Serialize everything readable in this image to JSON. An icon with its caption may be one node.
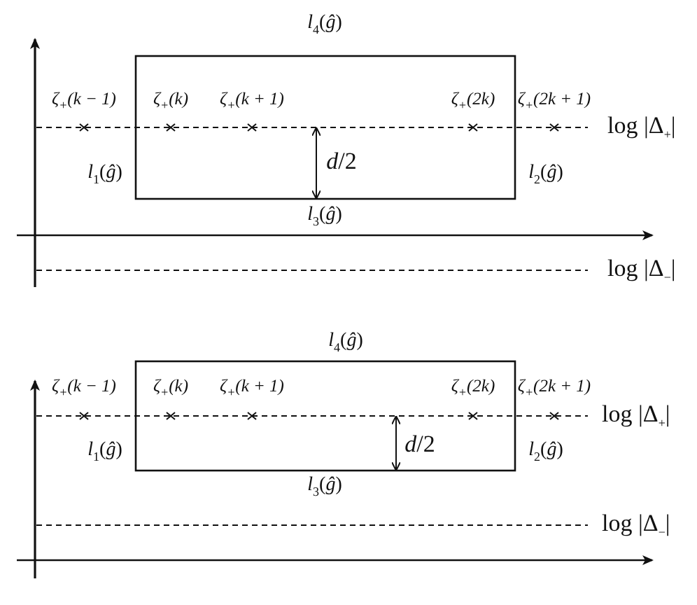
{
  "diagram": {
    "labels": [
      "*l*$_{4}$(*ĝ*)",
      "ζ$_{+}$(k − 1)",
      "ζ$_{+}$(k)",
      "ζ$_{+}$(k + 1)",
      "ζ$_{+}$(2k)",
      "ζ$_{+}$(2k + 1)",
      "log |Δ$_{+}$|",
      "*d*/2",
      "*l*$_{1}$(*ĝ*)",
      "*l*$_{2}$(*ĝ*)",
      "*l*$_{3}$(*ĝ*)",
      "log |Δ$_{−}$|",
      "*l*$_{4}$(*ĝ*)",
      "ζ$_{+}$(k − 1)",
      "ζ$_{+}$(k)",
      "ζ$_{+}$(k + 1)",
      "ζ$_{+}$(2k)",
      "ζ$_{+}$(2k + 1)",
      "log |Δ$_{+}$|",
      "*l*$_{1}$(*ĝ*)",
      "*d*/2",
      "*l*$_{2}$(*ĝ*)",
      "*l*$_{3}$(*ĝ*)",
      "log |Δ$_{−}$|"
    ]
  }
}
